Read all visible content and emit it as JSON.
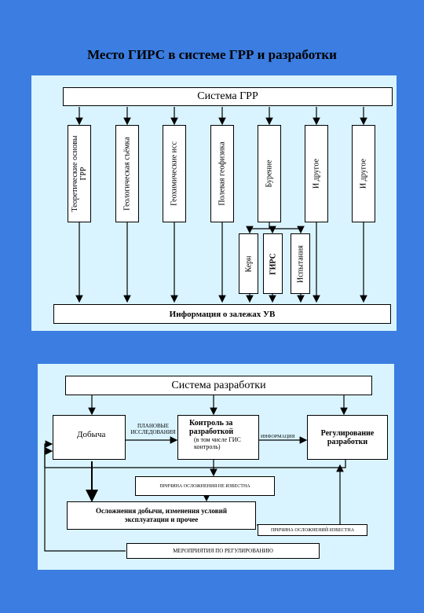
{
  "title": "Место ГИРС в системе ГРР и разработки",
  "grr": {
    "header": "Система ГРР",
    "columns": [
      "Теоретические основы ГРР",
      "Геологическая съёмка",
      "Геохимические исс",
      "Полевая геофизика",
      "Бурение",
      "И другое",
      "И другое"
    ],
    "sub_boxes": [
      "Керн",
      "ГИРС",
      "Испытания"
    ],
    "info_bar": "Информация о залежах УВ"
  },
  "dev": {
    "header": "Система разработки",
    "production": "Добыча",
    "planned_research": "ПЛАНОВЫЕ ИССЛЕДОВАНИЯ",
    "control_title": "Контроль за разработкой",
    "control_sub": "(в том числе ГИС контроль)",
    "information": "ИНФОРМАЦИЯ",
    "regulation": "Регулирование разработки",
    "cause_unknown_1": "ПРИЧИНА ОСЛОЖНЕНИЯ НЕ ИЗВЕСТНА",
    "complications": "Осложнения добычи, изменения условий эксплуатации и прочее",
    "cause_known": "ПРИЧИНА ОСЛОЖНЕНИЙ ИЗВЕСТНА",
    "measures": "МЕРОПРИЯТИЯ ПО РЕГУЛИРОВАНИЮ"
  }
}
